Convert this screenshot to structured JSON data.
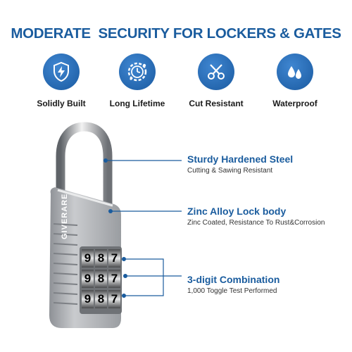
{
  "headline": {
    "text": "MODERATE  SECURITY FOR LOCKERS & GATES",
    "color": "#1a5c9e"
  },
  "features": [
    {
      "label": "Solidly Built",
      "icon": "shield-bolt-icon"
    },
    {
      "label": "Long Lifetime",
      "icon": "gear-clock-icon"
    },
    {
      "label": "Cut Resistant",
      "icon": "scissors-icon"
    },
    {
      "label": "Waterproof",
      "icon": "water-drops-icon"
    }
  ],
  "callouts": [
    {
      "title": "Sturdy Hardened Steel",
      "subtitle": "Cutting & Sawing Resistant"
    },
    {
      "title": "Zinc Alloy Lock body",
      "subtitle": "Zinc Coated, Resistance To Rust&Corrosion"
    },
    {
      "title": "3-digit Combination",
      "subtitle": "1,000 Toggle Test Performed"
    }
  ],
  "lock": {
    "brand": "GIVERARE",
    "dial_rows": [
      [
        "9",
        "8",
        "7"
      ],
      [
        "9",
        "8",
        "7"
      ],
      [
        "9",
        "8",
        "7"
      ]
    ]
  },
  "colors": {
    "accent": "#1a5c9e",
    "icon_bg": "#1f5fa8",
    "body": "#a9abaf"
  }
}
